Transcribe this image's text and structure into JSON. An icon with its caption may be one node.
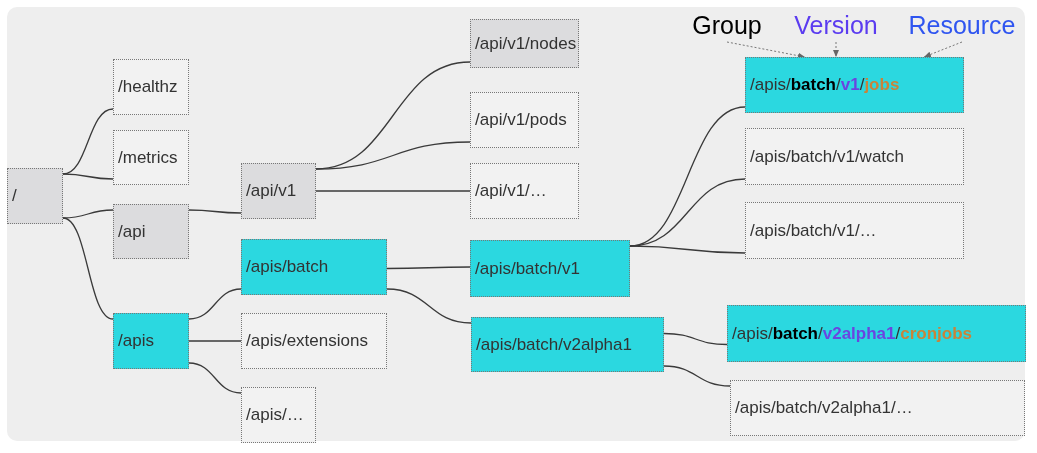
{
  "diagram": {
    "nodes": [
      {
        "text": [
          "/"
        ]
      },
      {
        "text": [
          "/healthz"
        ]
      },
      {
        "text": [
          "/metrics"
        ]
      },
      {
        "text": [
          "/api"
        ]
      },
      {
        "text": [
          "/apis"
        ]
      },
      {
        "text": [
          "/api/v1"
        ]
      },
      {
        "text": [
          "/apis/batch"
        ]
      },
      {
        "text": [
          "/apis/extensions"
        ]
      },
      {
        "text": [
          "/apis/…"
        ]
      },
      {
        "text": [
          "/api/v1/nodes"
        ]
      },
      {
        "text": [
          "/api/v1/pods"
        ]
      },
      {
        "text": [
          "/api/v1/…"
        ]
      },
      {
        "text": [
          "/apis/batch/v1"
        ]
      },
      {
        "text": [
          "/apis/batch/v2alpha1"
        ]
      },
      {
        "text": [
          "Group"
        ]
      },
      {
        "text": [
          "Version"
        ]
      },
      {
        "text": [
          "Resource"
        ]
      },
      {
        "text": [
          "/apis/batch/v1/jobs"
        ]
      },
      {
        "text": [
          "/apis/batch/v1/watch"
        ]
      },
      {
        "text": [
          "/apis/batch/v1/…"
        ]
      },
      {
        "text": [
          "/apis/batch/v2alpha1/cronjobs"
        ]
      },
      {
        "text": [
          "/apis/batch/v2alpha1/…"
        ]
      }
    ],
    "edges": [
      {
        "from": 0,
        "to": 1,
        "arrow": "none"
      },
      {
        "from": 0,
        "to": 2,
        "arrow": "none"
      },
      {
        "from": 0,
        "to": 3,
        "arrow": "none"
      },
      {
        "from": 0,
        "to": 4,
        "arrow": "none"
      },
      {
        "from": 3,
        "to": 5,
        "arrow": "none"
      },
      {
        "from": 5,
        "to": 9,
        "arrow": "none"
      },
      {
        "from": 5,
        "to": 10,
        "arrow": "none"
      },
      {
        "from": 5,
        "to": 11,
        "arrow": "none"
      },
      {
        "from": 4,
        "to": 6,
        "arrow": "none"
      },
      {
        "from": 4,
        "to": 7,
        "arrow": "none"
      },
      {
        "from": 4,
        "to": 8,
        "arrow": "none"
      },
      {
        "from": 6,
        "to": 12,
        "arrow": "none"
      },
      {
        "from": 6,
        "to": 13,
        "arrow": "none"
      },
      {
        "from": 12,
        "to": 17,
        "arrow": "none"
      },
      {
        "from": 12,
        "to": 18,
        "arrow": "none"
      },
      {
        "from": 12,
        "to": 19,
        "arrow": "none"
      },
      {
        "from": 13,
        "to": 20,
        "arrow": "none"
      },
      {
        "from": 13,
        "to": 21,
        "arrow": "none"
      },
      {
        "from": 14,
        "to": 17,
        "arrow": "to",
        "style": "dashed",
        "color": "#777777"
      },
      {
        "from": 15,
        "to": 17,
        "arrow": "to",
        "style": "dashed",
        "color": "#777777"
      },
      {
        "from": 16,
        "to": 17,
        "arrow": "to",
        "style": "dashed",
        "color": "#777777"
      }
    ]
  }
}
